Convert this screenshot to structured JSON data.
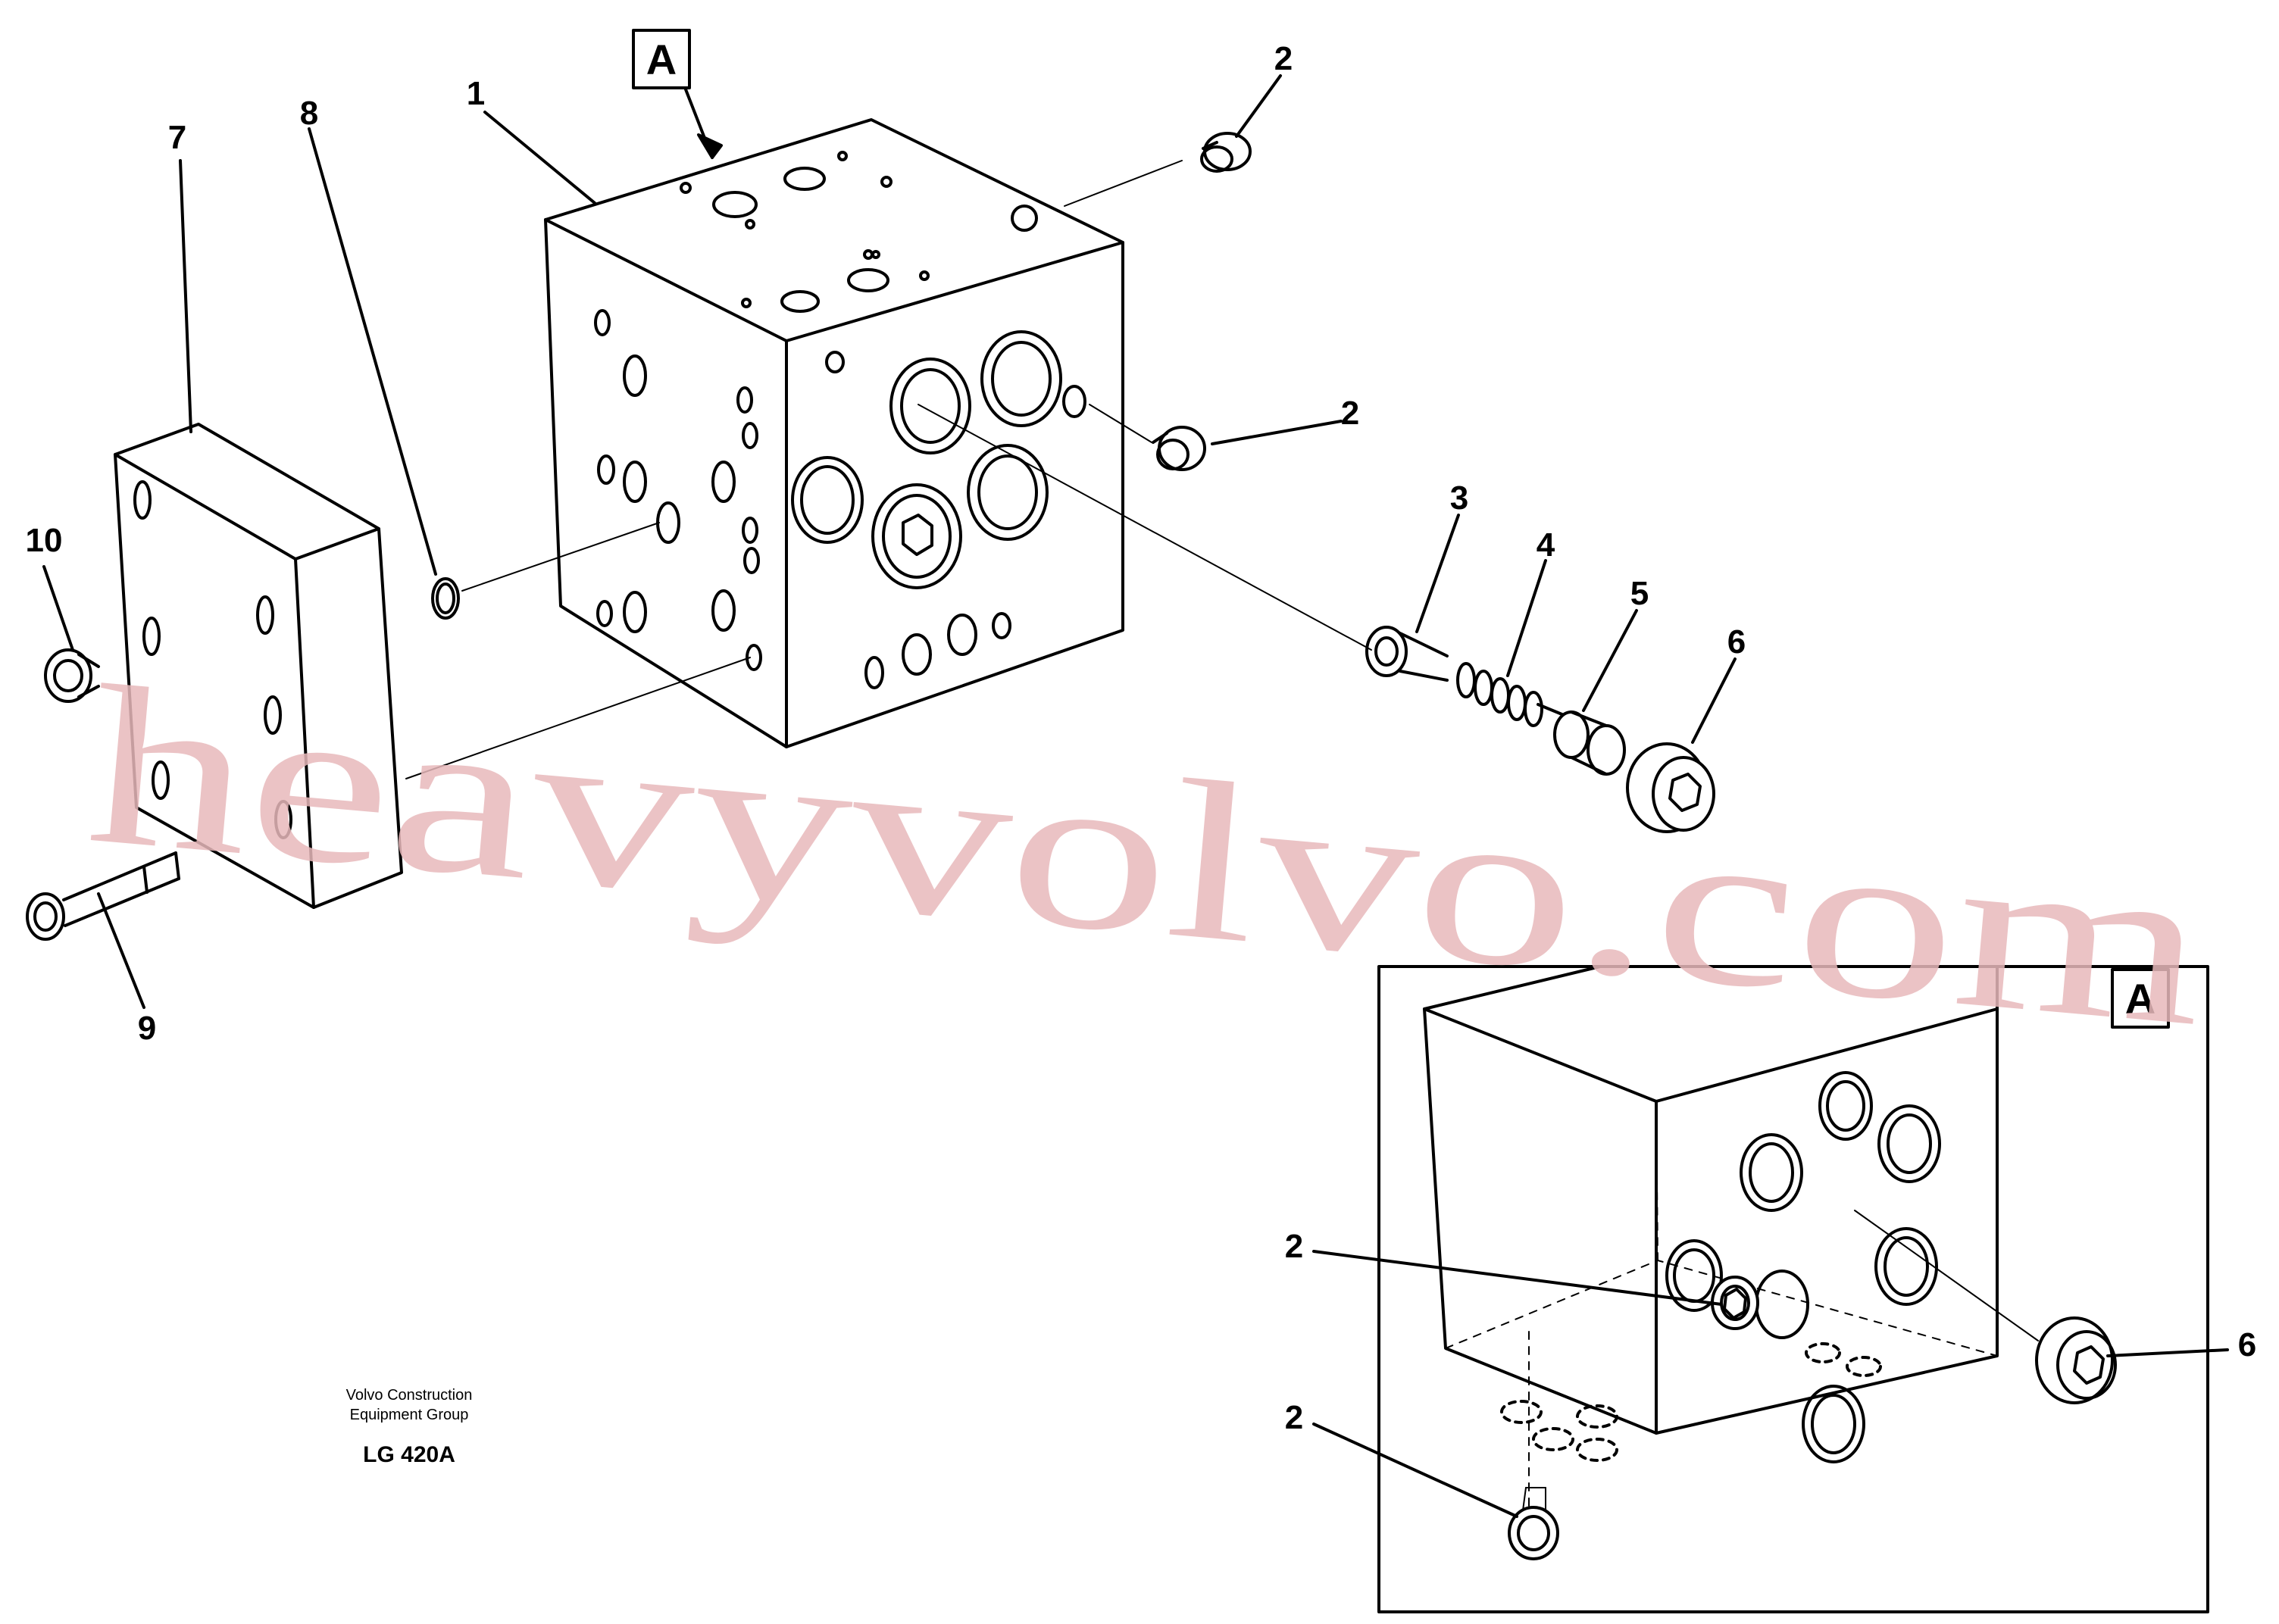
{
  "main_callouts": [
    "1",
    "2",
    "2",
    "3",
    "4",
    "5",
    "6",
    "7",
    "8",
    "9",
    "10"
  ],
  "view_marker": "A",
  "detail_view": {
    "marker": "A",
    "callouts": [
      "2",
      "2",
      "6"
    ]
  },
  "caption": {
    "line1": "Volvo Construction",
    "line2": "Equipment Group",
    "code": "LG 420A"
  },
  "watermark": "heavyvolvo.com",
  "colors": {
    "ink": "#000000",
    "watermark": "#e8b9bb"
  }
}
